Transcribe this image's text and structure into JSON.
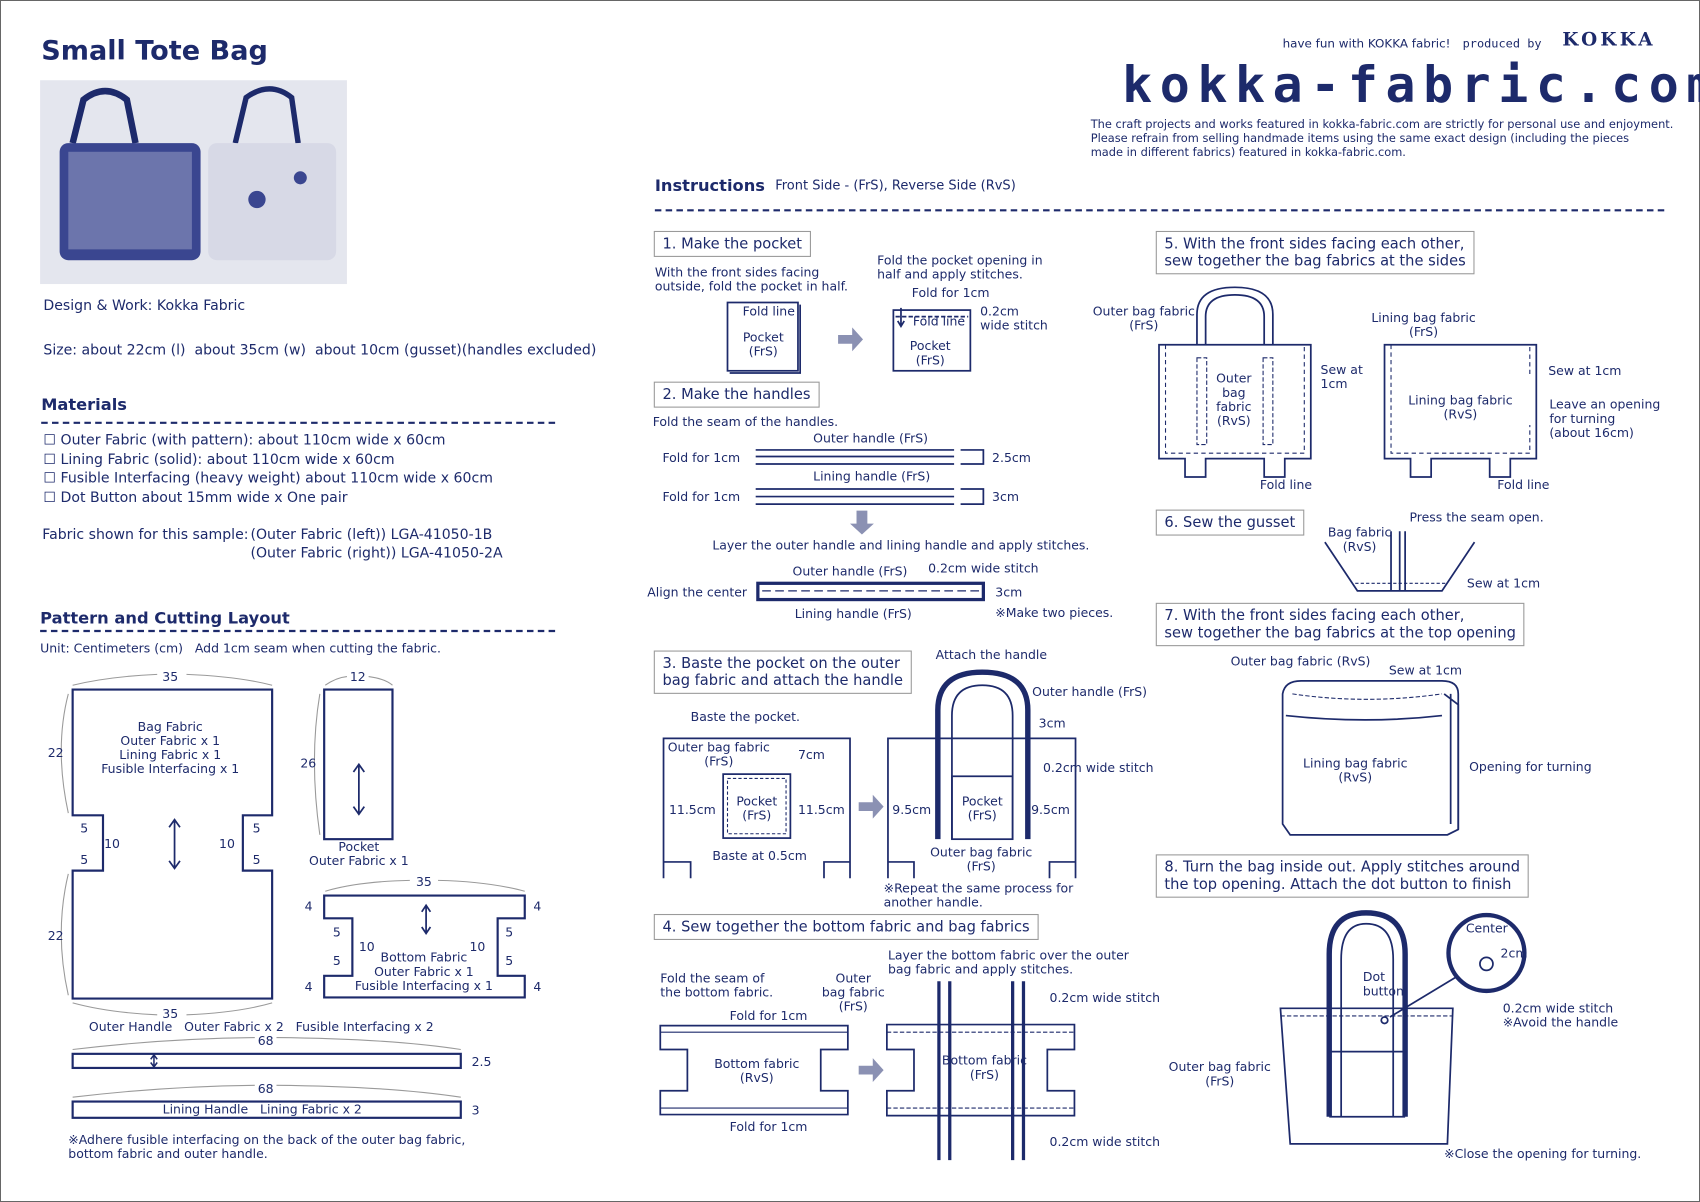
{
  "colors": {
    "ink": "#1d2a6b",
    "arrow": "#8b91b3",
    "dim": "#9a9a9a"
  },
  "title": "Small Tote Bag",
  "design_work": "Design & Work: Kokka Fabric",
  "size": "Size: about 22cm (l)  about 35cm (w)  about 10cm (gusset)(handles excluded)",
  "materials": {
    "heading": "Materials",
    "items": [
      "Outer Fabric (with pattern): about 110cm wide x 60cm",
      "Lining Fabric (solid): about 110cm wide x 60cm",
      "Fusible Interfacing (heavy weight) about 110cm wide x 60cm",
      "Dot Button about 15mm wide x One pair"
    ],
    "checkbox": "☐"
  },
  "fabric_sample": {
    "label": "Fabric shown for this sample:",
    "left": "(Outer Fabric (left)) LGA-41050-1B",
    "right": "(Outer Fabric (right)) LGA-41050-2A"
  },
  "pattern": {
    "heading": "Pattern and Cutting Layout",
    "unit_note": "Unit: Centimeters (cm)   Add 1cm seam when cutting the fabric.",
    "bag": {
      "lines": [
        "Bag Fabric",
        "Outer Fabric x 1",
        "Lining Fabric x 1",
        "Fusible Interfacing x 1"
      ],
      "width": "35",
      "height": "22",
      "notch": "5",
      "gusset": "10"
    },
    "pocket": {
      "lines": [
        "Pocket",
        "Outer Fabric x 1"
      ],
      "width": "12",
      "height": "26"
    },
    "bottom": {
      "lines": [
        "Bottom Fabric",
        "Outer Fabric x 1",
        "Fusible Interfacing x 1"
      ],
      "width": "35",
      "edge": "4",
      "notch": "5",
      "gusset": "10"
    },
    "outer_handle": {
      "label": "Outer Handle   Outer Fabric x 2   Fusible Interfacing x 2",
      "length": "68",
      "width": "2.5"
    },
    "lining_handle": {
      "label": "Lining Handle   Lining Fabric x 2",
      "length": "68",
      "width": "3"
    },
    "note": [
      "※Adhere fusible interfacing on the back of the outer bag fabric,",
      "bottom fabric and outer handle."
    ]
  },
  "brand": {
    "tagline": "have fun with KOKKA fabric!",
    "produced_by": "produced by",
    "name": "KOKKA",
    "site": "kokka-fabric.com",
    "disclaimer": [
      "The craft projects and works featured in kokka-fabric.com are strictly for personal use and enjoyment.",
      "Please refrain from selling handmade items using the same exact design (including the pieces",
      "made in different fabrics) featured in kokka-fabric.com."
    ]
  },
  "instructions": {
    "heading": "Instructions",
    "legend": "Front Side - (FrS), Reverse Side (RvS)"
  },
  "step1": {
    "title": "1. Make the pocket",
    "a": "With the front sides facing\noutside, fold the pocket in half.",
    "fold_line": "Fold line",
    "pocket": "Pocket\n(FrS)",
    "b": "Fold the pocket opening in\nhalf and apply stitches.",
    "fold_1cm": "Fold for 1cm",
    "stitch": "0.2cm\nwide stitch"
  },
  "step2": {
    "title": "2. Make the handles",
    "a": "Fold the seam of the handles.",
    "outer": "Outer handle (FrS)",
    "lining": "Lining handle (FrS)",
    "fold": "Fold for 1cm",
    "w1": "2.5cm",
    "w2": "3cm",
    "b": "Layer the outer handle and lining handle and apply stitches.",
    "stitch": "0.2cm wide stitch",
    "align": "Align the center",
    "w3": "3cm",
    "two": "※Make two pieces."
  },
  "step3": {
    "title": "3. Baste the pocket on the outer\nbag fabric and attach the handle",
    "baste": "Baste the pocket.",
    "outer_bag": "Outer bag fabric\n(FrS)",
    "d7": "7cm",
    "pocket": "Pocket\n(FrS)",
    "d115": "11.5cm",
    "baste05": "Baste at 0.5cm",
    "attach": "Attach the handle",
    "outer_handle": "Outer handle (FrS)",
    "d3": "3cm",
    "stitch": "0.2cm wide stitch",
    "d95": "9.5cm",
    "outer_bag2": "Outer bag fabric\n(FrS)",
    "repeat": "※Repeat the same process for\nanother handle."
  },
  "step4": {
    "title": "4. Sew together the bottom fabric and bag fabrics",
    "fold_seam": "Fold the seam of\nthe bottom fabric.",
    "fold": "Fold for 1cm",
    "bottom_rvs": "Bottom fabric\n(RvS)",
    "outer": "Outer\nbag fabric\n(FrS)",
    "layer": "Layer the bottom fabric over the outer\nbag fabric and apply stitches.",
    "stitch": "0.2cm wide stitch",
    "bottom_frs": "Bottom fabric\n(FrS)"
  },
  "step5": {
    "title": "5. With the front sides facing each other,\nsew together the bag fabrics at the sides",
    "outer": "Outer bag fabric\n(FrS)",
    "outer_rvs": "Outer\nbag\nfabric\n(RvS)",
    "sew": "Sew at\n1cm",
    "fold": "Fold line",
    "lining": "Lining bag fabric\n(FrS)",
    "lining_rvs": "Lining bag fabric\n(RvS)",
    "sew2": "Sew at 1cm",
    "opening": "Leave an opening\nfor turning\n(about 16cm)"
  },
  "step6": {
    "title": "6. Sew the gusset",
    "press": "Press the seam open.",
    "bag": "Bag fabric\n(RvS)",
    "sew": "Sew at 1cm"
  },
  "step7": {
    "title": "7. With the front sides facing each other,\nsew together the bag fabrics at the top opening",
    "outer": "Outer bag fabric (RvS)",
    "sew": "Sew at 1cm",
    "lining": "Lining bag fabric\n(RvS)",
    "opening": "Opening for turning"
  },
  "step8": {
    "title": "8. Turn the bag inside out. Apply stitches around\nthe top opening. Attach the dot button to finish",
    "center": "Center",
    "d2": "2cm",
    "dot": "Dot\nbutton",
    "stitch": "0.2cm wide stitch\n※Avoid the handle",
    "outer": "Outer bag fabric\n(FrS)",
    "close": "※Close the opening for turning."
  }
}
